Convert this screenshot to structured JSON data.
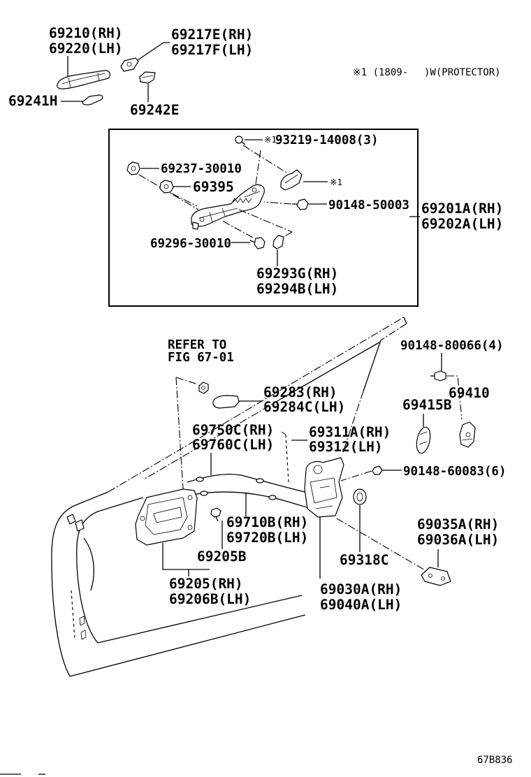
{
  "note": {
    "prefix": "※1 (1809-",
    "suffix": ")W(PROTECTOR)"
  },
  "upper": {
    "p69210": [
      "69210(RH)",
      "69220(LH)"
    ],
    "p69217": [
      "69217E(RH)",
      "69217F(LH)"
    ],
    "p69241": "69241H",
    "p69242": "69242E"
  },
  "frame": {
    "mark_bolt": "※1",
    "p93219": "93219-14008(3)",
    "p69237": "69237-30010",
    "mark_part": "※1",
    "p69395": "69395",
    "p90148": "90148-50003",
    "p69201": [
      "69201A(RH)",
      "69202A(LH)"
    ],
    "p69296": "69296-30010",
    "p69293": [
      "69293G(RH)",
      "69294B(LH)"
    ]
  },
  "door": {
    "refer": [
      "REFER TO",
      "FIG 67-01"
    ],
    "p90148a": "90148-80066(4)",
    "p69283": [
      "69283(RH)",
      "69284C(LH)"
    ],
    "p69410": "69410",
    "p69415": "69415B",
    "p69750": [
      "69750C(RH)",
      "69760C(LH)"
    ],
    "p69311": [
      "69311A(RH)",
      "69312(LH)"
    ],
    "p90148b": "90148-60083(6)",
    "p69710": [
      "69710B(RH)",
      "69720B(LH)"
    ],
    "p69035": [
      "69035A(RH)",
      "69036A(LH)"
    ],
    "p69205b": "69205B",
    "p69318": "69318C",
    "p69205": [
      "69205(RH)",
      "69206B(LH)"
    ],
    "p69030": [
      "69030A(RH)",
      "69040A(LH)"
    ]
  },
  "figure_code": "67B836",
  "colors": {
    "ink": "#000000",
    "paper": "#ffffff"
  }
}
